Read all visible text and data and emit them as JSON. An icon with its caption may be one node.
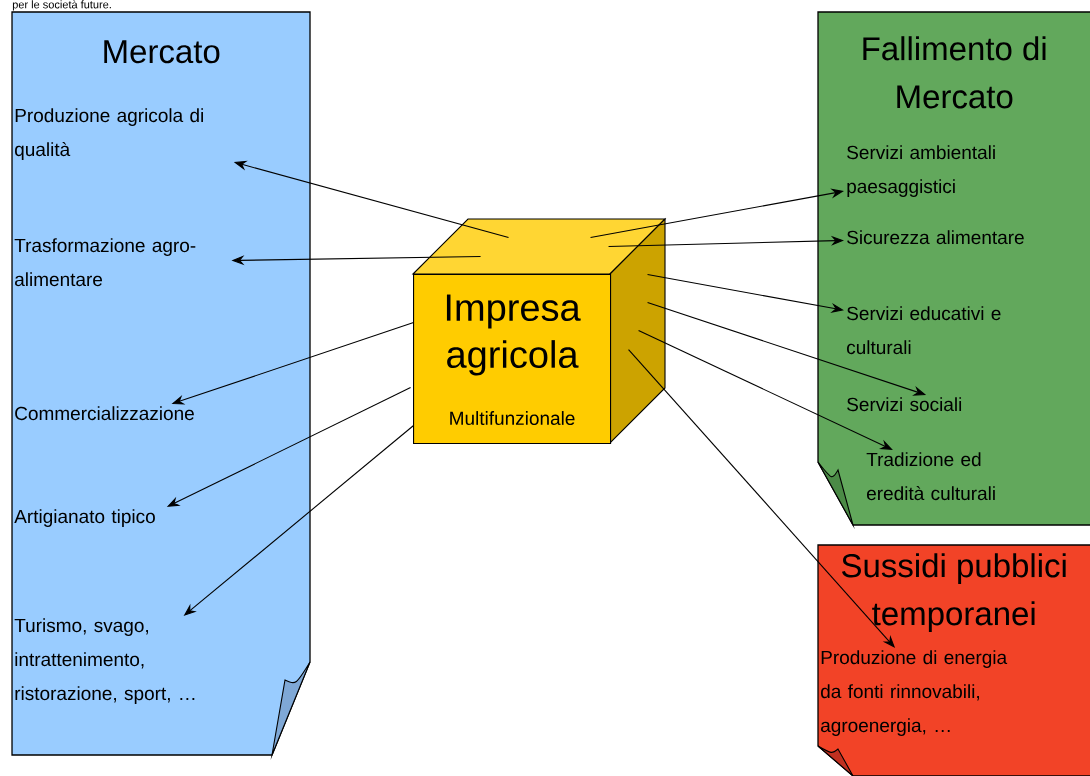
{
  "diagram": {
    "nodes": [
      {
        "text": [
          "Mercato"
        ]
      },
      {
        "text": [
          "Produzione agricola di qualità"
        ],
        "in": 0
      },
      {
        "text": [
          "Trasformazione agro-alimentare"
        ],
        "in": 0
      },
      {
        "text": [
          "Commercializzazione"
        ],
        "in": 0
      },
      {
        "text": [
          "Artigianato tipico"
        ],
        "in": 0
      },
      {
        "text": [
          "Turismo, svago, intrattenimento, ristorazione, sport, …"
        ],
        "in": 0
      },
      {
        "text": [
          "Impresa agricola",
          "Multifunzionale"
        ]
      },
      {
        "text": [
          "Fallimento di Mercato"
        ]
      },
      {
        "text": [
          "Servizi ambientali paesaggistici"
        ],
        "in": 7
      },
      {
        "text": [
          "Sicurezza alimentare"
        ],
        "in": 7
      },
      {
        "text": [
          "Servizi educativi e culturali"
        ],
        "in": 7
      },
      {
        "text": [
          "Servizi sociali"
        ],
        "in": 7
      },
      {
        "text": [
          "Tradizione ed eredità culturali"
        ],
        "in": 7
      },
      {
        "text": [
          "Sussidi pubblici temporanei"
        ]
      },
      {
        "text": [
          "Produzione di energia da fonti rinnovabili, agroenergia, …"
        ],
        "in": 13
      }
    ],
    "edges": [
      {
        "from": 6,
        "to": 1,
        "arrow": "to"
      },
      {
        "from": 6,
        "to": 2,
        "arrow": "to"
      },
      {
        "from": 6,
        "to": 3,
        "arrow": "to"
      },
      {
        "from": 6,
        "to": 4,
        "arrow": "to"
      },
      {
        "from": 6,
        "to": 5,
        "arrow": "to"
      },
      {
        "from": 6,
        "to": 8,
        "arrow": "to"
      },
      {
        "from": 6,
        "to": 9,
        "arrow": "to"
      },
      {
        "from": 6,
        "to": 10,
        "arrow": "to"
      },
      {
        "from": 6,
        "to": 11,
        "arrow": "to"
      },
      {
        "from": 6,
        "to": 12,
        "arrow": "to"
      },
      {
        "from": 6,
        "to": 14,
        "arrow": "to"
      }
    ],
    "labels": [
      "per le società future."
    ]
  }
}
